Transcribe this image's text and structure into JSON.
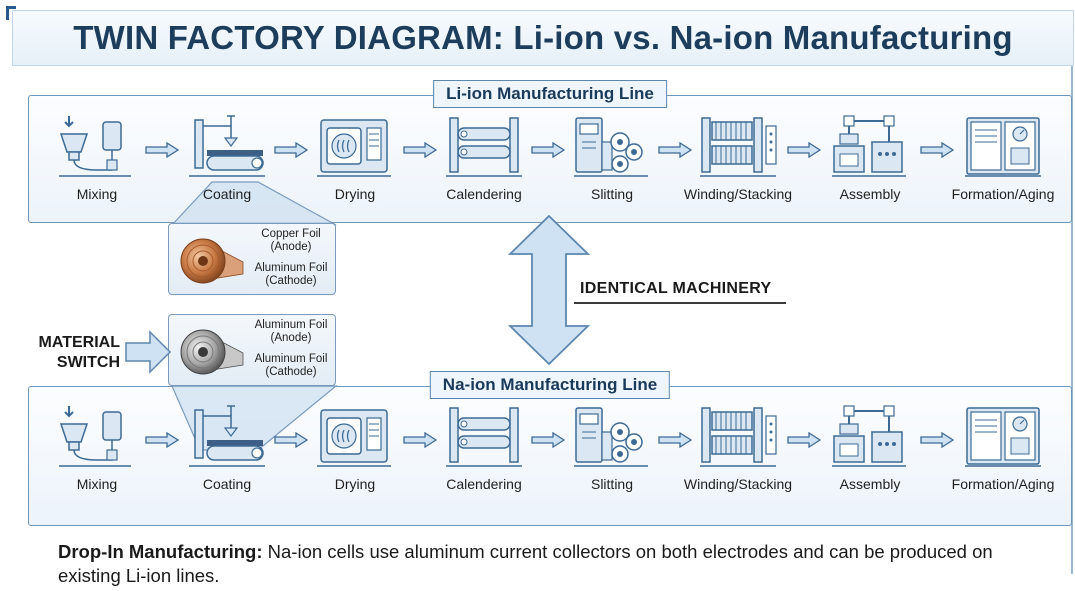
{
  "title": "TWIN FACTORY DIAGRAM: Li-ion vs. Na-ion Manufacturing",
  "li_line": {
    "label": "Li-ion Manufacturing Line",
    "steps": [
      "Mixing",
      "Coating",
      "Drying",
      "Calendering",
      "Slitting",
      "Winding/Stacking",
      "Assembly",
      "Formation/Aging"
    ]
  },
  "na_line": {
    "label": "Na-ion Manufacturing Line",
    "steps": [
      "Mixing",
      "Coating",
      "Drying",
      "Calendering",
      "Slitting",
      "Winding/Stacking",
      "Assembly",
      "Formation/Aging"
    ]
  },
  "li_foil": {
    "anode_line1": "Copper Foil",
    "anode_line2": "(Anode)",
    "cathode_line1": "Aluminum Foil",
    "cathode_line2": "(Cathode)",
    "color": "#c97a45"
  },
  "na_foil": {
    "anode_line1": "Aluminum Foil",
    "anode_line2": "(Anode)",
    "cathode_line1": "Aluminum Foil",
    "cathode_line2": "(Cathode)",
    "color": "#a9a9a9"
  },
  "identical_machinery": "IDENTICAL MACHINERY",
  "material_switch": {
    "line1": "MATERIAL",
    "line2": "SWITCH"
  },
  "footer": {
    "bold": "Drop-In Manufacturing:",
    "text": " Na-ion cells use aluminum current collectors on both electrodes and can be produced on existing Li-ion lines."
  },
  "colors": {
    "panel_border": "#6e95ba",
    "icon_stroke": "#3d6a94",
    "icon_fill": "#dbe8f4",
    "arrow_fill": "#cfe2f3"
  }
}
